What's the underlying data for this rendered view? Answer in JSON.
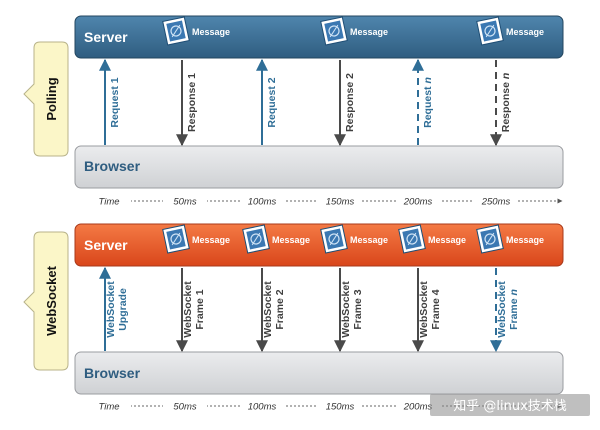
{
  "colors": {
    "polling_server": "#3e6e93",
    "websocket_server": "#ea5a2a",
    "browser_bar": "#dcdde0",
    "arrow_blue": "#2f6e97",
    "arrow_gray": "#4a4a4a",
    "side_tab": "#fbf6c8"
  },
  "polling": {
    "side_label": "Polling",
    "server_label": "Server",
    "browser_label": "Browser",
    "message_label": "Message",
    "arrows": [
      {
        "label": "Request 1",
        "dir": "up",
        "color": "blue",
        "dashed": false
      },
      {
        "label": "Response 1",
        "dir": "down",
        "color": "gray",
        "dashed": false
      },
      {
        "label": "Request 2",
        "dir": "up",
        "color": "blue",
        "dashed": false
      },
      {
        "label": "Response 2",
        "dir": "down",
        "color": "gray",
        "dashed": false
      },
      {
        "label": "Request n",
        "dir": "up",
        "color": "blue",
        "dashed": true
      },
      {
        "label": "Response n",
        "dir": "down",
        "color": "gray",
        "dashed": true
      }
    ],
    "timeline": [
      "Time",
      "50ms",
      "100ms",
      "150ms",
      "200ms",
      "250ms"
    ]
  },
  "websocket": {
    "side_label": "WebSocket",
    "server_label": "Server",
    "browser_label": "Browser",
    "message_label": "Message",
    "arrows": [
      {
        "label": "WebSocket Upgrade",
        "dir": "up",
        "color": "blue",
        "dashed": false
      },
      {
        "label": "WebSocket Frame 1",
        "dir": "down",
        "color": "gray",
        "dashed": false
      },
      {
        "label": "WebSocket Frame 2",
        "dir": "down",
        "color": "gray",
        "dashed": false
      },
      {
        "label": "WebSocket Frame 3",
        "dir": "down",
        "color": "gray",
        "dashed": false
      },
      {
        "label": "WebSocket Frame 4",
        "dir": "down",
        "color": "gray",
        "dashed": false
      },
      {
        "label": "WebSocket Frame n",
        "dir": "down",
        "color": "blue",
        "dashed": true
      }
    ],
    "timeline": [
      "Time",
      "50ms",
      "100ms",
      "150ms",
      "200ms"
    ]
  },
  "watermark": "知乎 @linux技术栈"
}
